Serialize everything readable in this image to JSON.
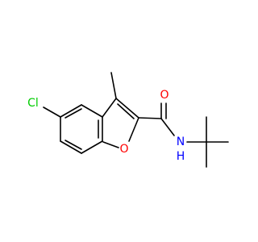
{
  "molecule": {
    "atoms": {
      "chlorine": "Cl",
      "furan_oxygen": "O",
      "carbonyl_oxygen": "O",
      "amide_nitrogen": "N",
      "amide_hydrogen": "H"
    },
    "colors": {
      "bond": "#000000",
      "chlorine": "#00cc00",
      "oxygen": "#ff0000",
      "nitrogen": "#0000ff"
    }
  }
}
